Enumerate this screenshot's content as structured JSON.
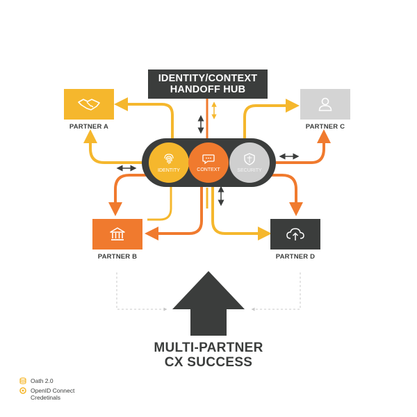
{
  "hub": {
    "title_line1": "IDENTITY/CONTEXT",
    "title_line2": "HANDOFF HUB"
  },
  "nodes": [
    {
      "label": "IDENTITY",
      "color": "#f5b72d",
      "icon": "fingerprint-icon"
    },
    {
      "label": "CONTEXT",
      "color": "#f07a2e",
      "icon": "chat-bubble-icon"
    },
    {
      "label": "SECURITY",
      "color": "#cfcfcf",
      "icon": "shield-icon"
    }
  ],
  "partners": {
    "a": {
      "label": "PARTNER A",
      "color": "#f5b72d",
      "icon": "handshake-icon"
    },
    "b": {
      "label": "PARTNER B",
      "color": "#f07a2e",
      "icon": "bank-icon"
    },
    "c": {
      "label": "PARTNER C",
      "color": "#d4d4d4",
      "icon": "user-icon"
    },
    "d": {
      "label": "PARTNER D",
      "color": "#3b3d3c",
      "icon": "cloud-upload-icon"
    }
  },
  "outcome": {
    "line1": "MULTI-PARTNER",
    "line2": "CX SUCCESS"
  },
  "legend": [
    {
      "label": "Oath 2.0",
      "icon": "database-icon",
      "color": "#f5b72d"
    },
    {
      "label_line1": "OpenID Connect",
      "label_line2": "Credetinals",
      "icon": "openid-icon",
      "color": "#f5b72d"
    }
  ],
  "colors": {
    "dark": "#3b3d3c",
    "orange": "#f07a2e",
    "yellow": "#f5b72d",
    "grey": "#cfcfcf"
  }
}
